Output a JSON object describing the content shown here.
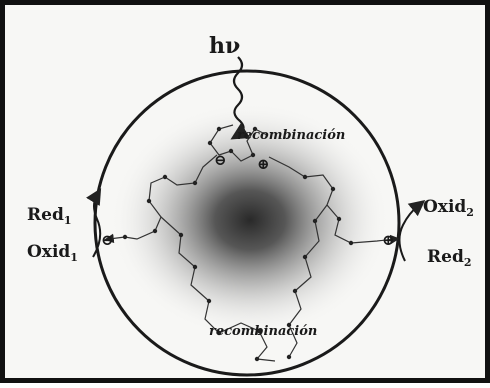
{
  "photon": {
    "h": "h",
    "nu": "ν"
  },
  "recombination_top": "recombinación",
  "recombination_bottom": "recombinación",
  "left": {
    "red_main": "Red",
    "red_sub": "1",
    "oxid_main": "Oxid",
    "oxid_sub": "1"
  },
  "right": {
    "oxid_main": "Oxid",
    "oxid_sub": "2",
    "red_main": "Red",
    "red_sub": "2"
  },
  "charges": {
    "minus": "⊖",
    "plus": "⊕"
  },
  "colors": {
    "frame": "#111111",
    "background": "#f7f7f5",
    "particle_core": "#2a2a2a",
    "path": "#333333"
  }
}
